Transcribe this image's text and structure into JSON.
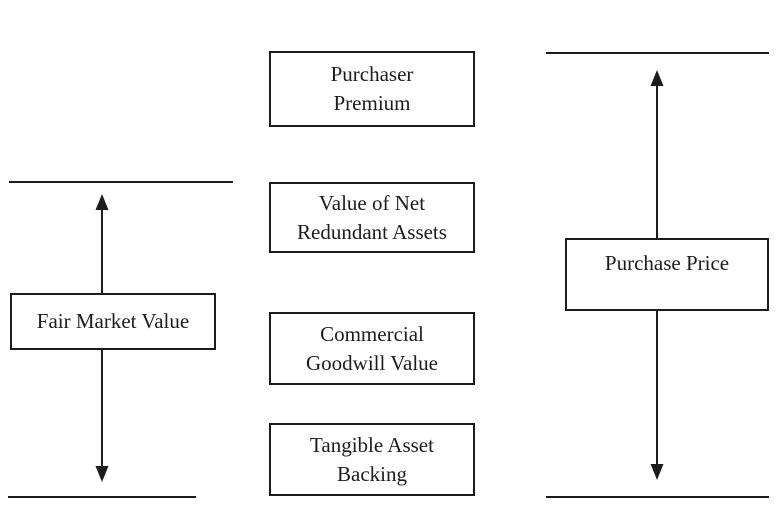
{
  "colors": {
    "background": "#ffffff",
    "ink": "#1c1c1c"
  },
  "left_section": {
    "box_label": "Fair Market Value",
    "arrow": "double-headed-vertical-arrow"
  },
  "middle_boxes": [
    {
      "line1": "Purchaser",
      "line2": "Premium"
    },
    {
      "line1": "Value of Net",
      "line2": "Redundant Assets"
    },
    {
      "line1": "Commercial",
      "line2": "Goodwill Value"
    },
    {
      "line1": "Tangible Asset",
      "line2": "Backing"
    }
  ],
  "right_section": {
    "box_label": "Purchase Price",
    "arrow": "double-headed-vertical-arrow"
  }
}
